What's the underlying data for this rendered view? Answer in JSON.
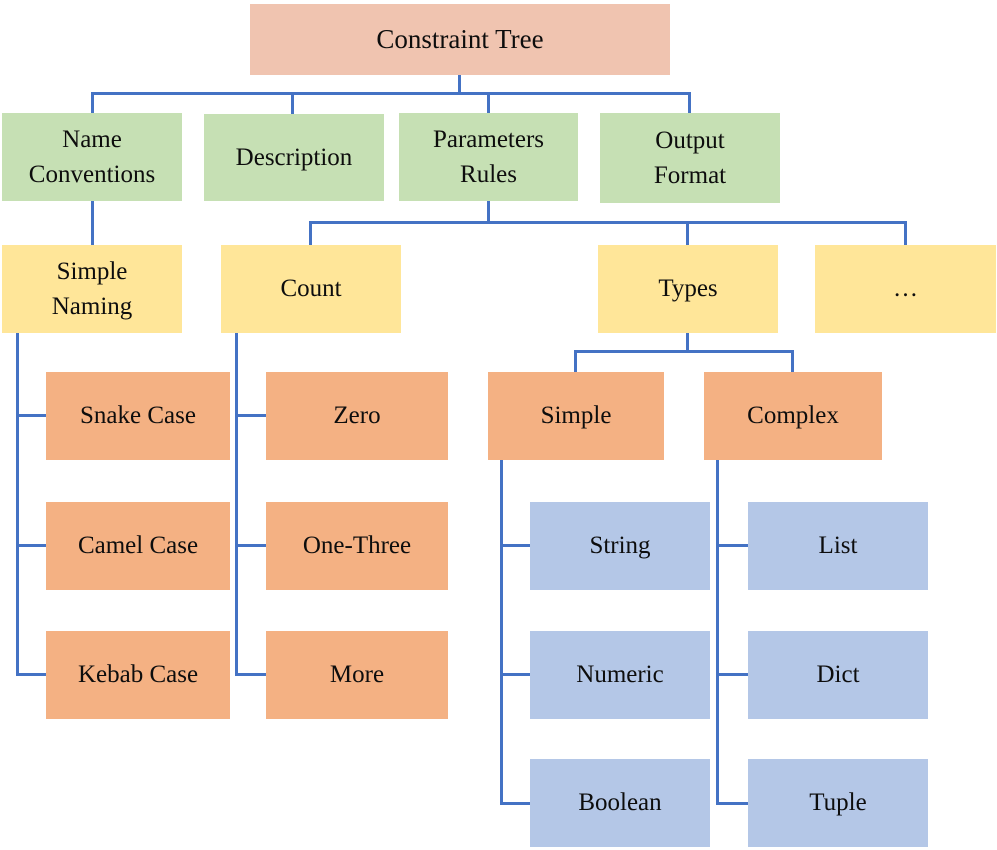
{
  "title": "Constraint Tree",
  "colors": {
    "root_fill": "#F0C4B0",
    "level2_fill": "#C6E0B4",
    "level3_fill": "#FFE699",
    "level4_fill": "#F4B183",
    "level5_fill": "#B4C7E7",
    "connector": "#4472C4",
    "text": "#0D0D0D"
  },
  "tree": {
    "label": "Constraint Tree",
    "children": [
      {
        "label": "Name\nConventions",
        "children": [
          {
            "label": "Simple\nNaming",
            "children": [
              {
                "label": "Snake Case"
              },
              {
                "label": "Camel Case"
              },
              {
                "label": "Kebab Case"
              }
            ]
          }
        ]
      },
      {
        "label": "Description"
      },
      {
        "label": "Parameters\nRules",
        "children": [
          {
            "label": "Count",
            "children": [
              {
                "label": "Zero"
              },
              {
                "label": "One-Three"
              },
              {
                "label": "More"
              }
            ]
          },
          {
            "label": "Types",
            "children": [
              {
                "label": "Simple",
                "children": [
                  {
                    "label": "String"
                  },
                  {
                    "label": "Numeric"
                  },
                  {
                    "label": "Boolean"
                  }
                ]
              },
              {
                "label": "Complex",
                "children": [
                  {
                    "label": "List"
                  },
                  {
                    "label": "Dict"
                  },
                  {
                    "label": "Tuple"
                  }
                ]
              }
            ]
          },
          {
            "label": "…"
          }
        ]
      },
      {
        "label": "Output\nFormat"
      }
    ]
  }
}
